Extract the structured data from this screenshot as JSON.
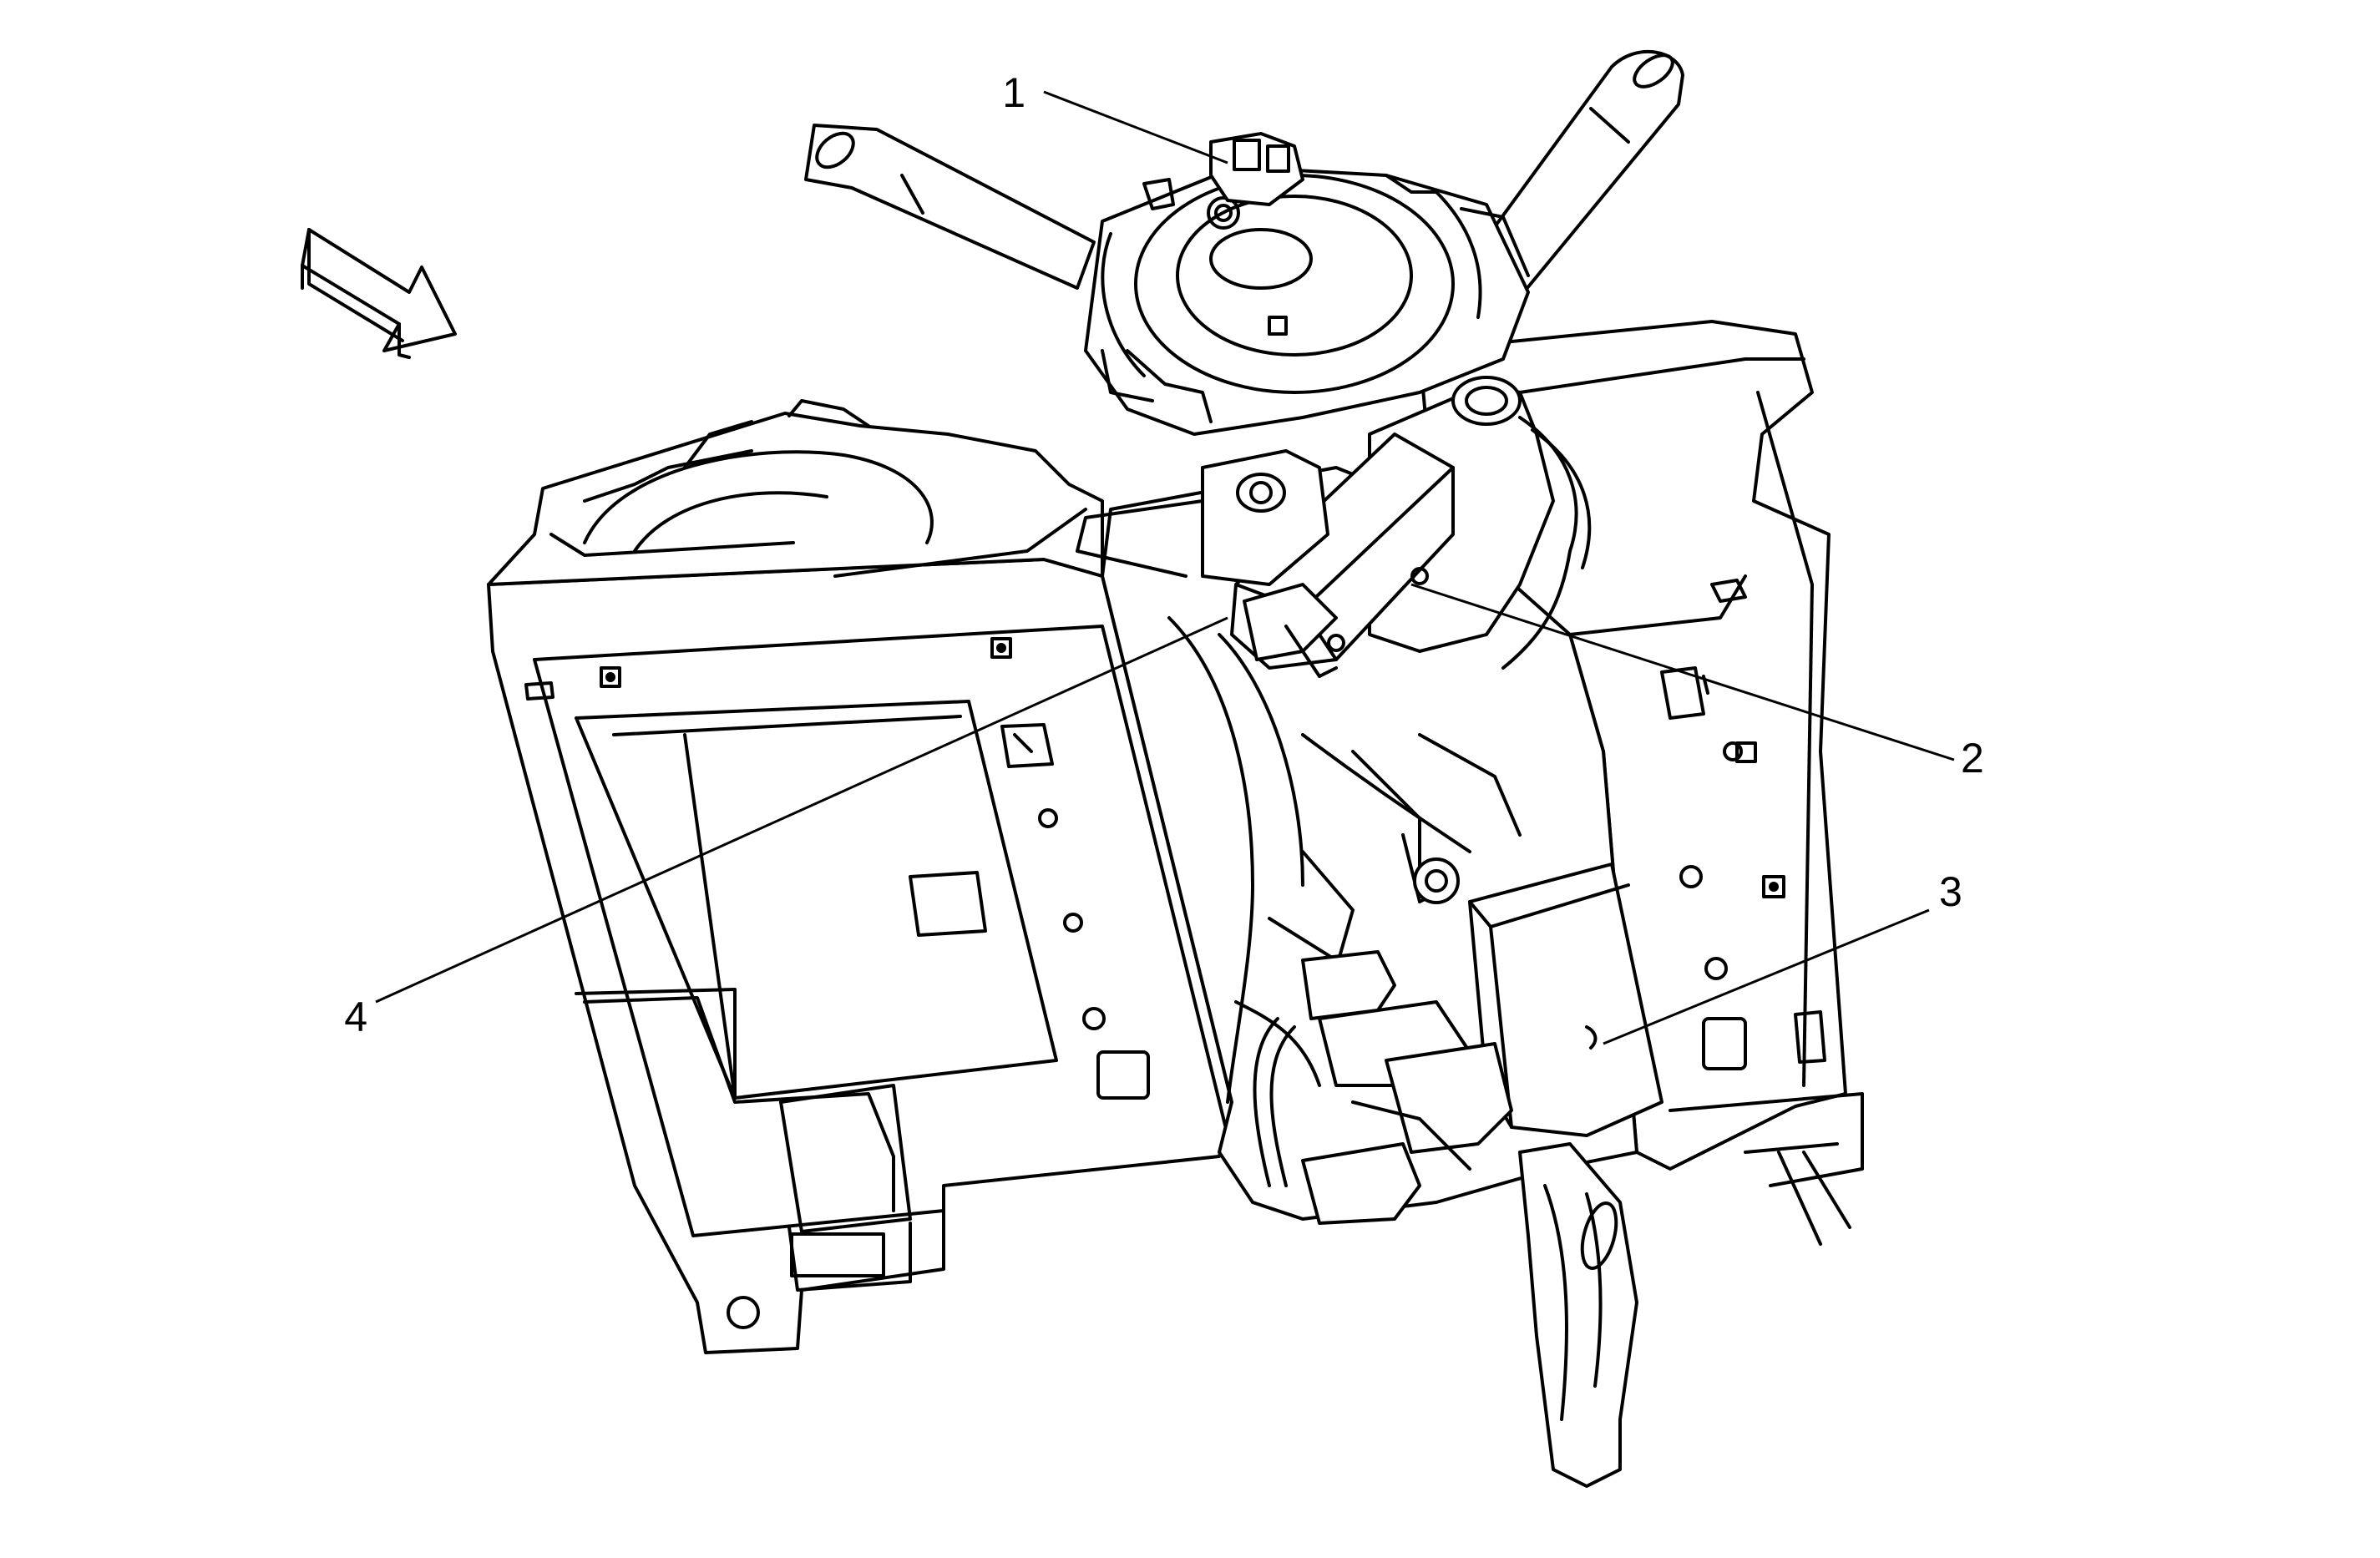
{
  "callouts": [
    {
      "id": "1",
      "label": "1"
    },
    {
      "id": "2",
      "label": "2"
    },
    {
      "id": "3",
      "label": "3"
    },
    {
      "id": "4",
      "label": "4"
    }
  ],
  "icons": {
    "direction_arrow": "arrow-icon"
  },
  "colors": {
    "line": "#000000",
    "background": "#ffffff"
  }
}
